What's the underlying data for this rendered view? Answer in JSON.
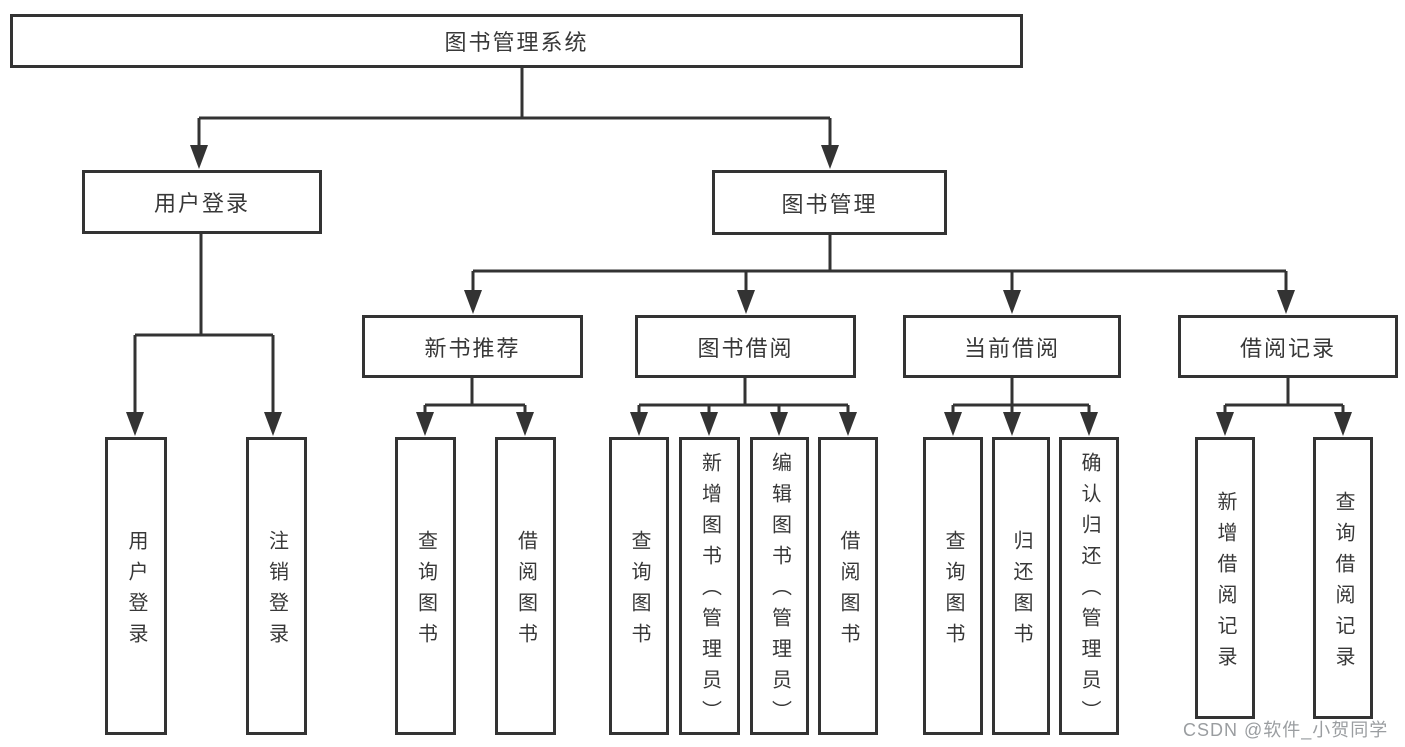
{
  "diagram": {
    "title": "图书管理系统",
    "watermark": "CSDN @软件_小贺同学",
    "colors": {
      "line": "#333333",
      "text": "#383838",
      "background": "#ffffff",
      "watermark": "#9a9da0"
    },
    "tree": {
      "label": "图书管理系统",
      "children": [
        {
          "label": "用户登录",
          "children": [
            {
              "label": "用户登录"
            },
            {
              "label": "注销登录"
            }
          ]
        },
        {
          "label": "图书管理",
          "children": [
            {
              "label": "新书推荐",
              "children": [
                {
                  "label": "查询图书"
                },
                {
                  "label": "借阅图书"
                }
              ]
            },
            {
              "label": "图书借阅",
              "children": [
                {
                  "label": "查询图书"
                },
                {
                  "label": "新增图书（管理员）"
                },
                {
                  "label": "编辑图书（管理员）"
                },
                {
                  "label": "借阅图书"
                }
              ]
            },
            {
              "label": "当前借阅",
              "children": [
                {
                  "label": "查询图书"
                },
                {
                  "label": "归还图书"
                },
                {
                  "label": "确认归还（管理员）"
                }
              ]
            },
            {
              "label": "借阅记录",
              "children": [
                {
                  "label": "新增借阅记录"
                },
                {
                  "label": "查询借阅记录"
                }
              ]
            }
          ]
        }
      ]
    }
  }
}
